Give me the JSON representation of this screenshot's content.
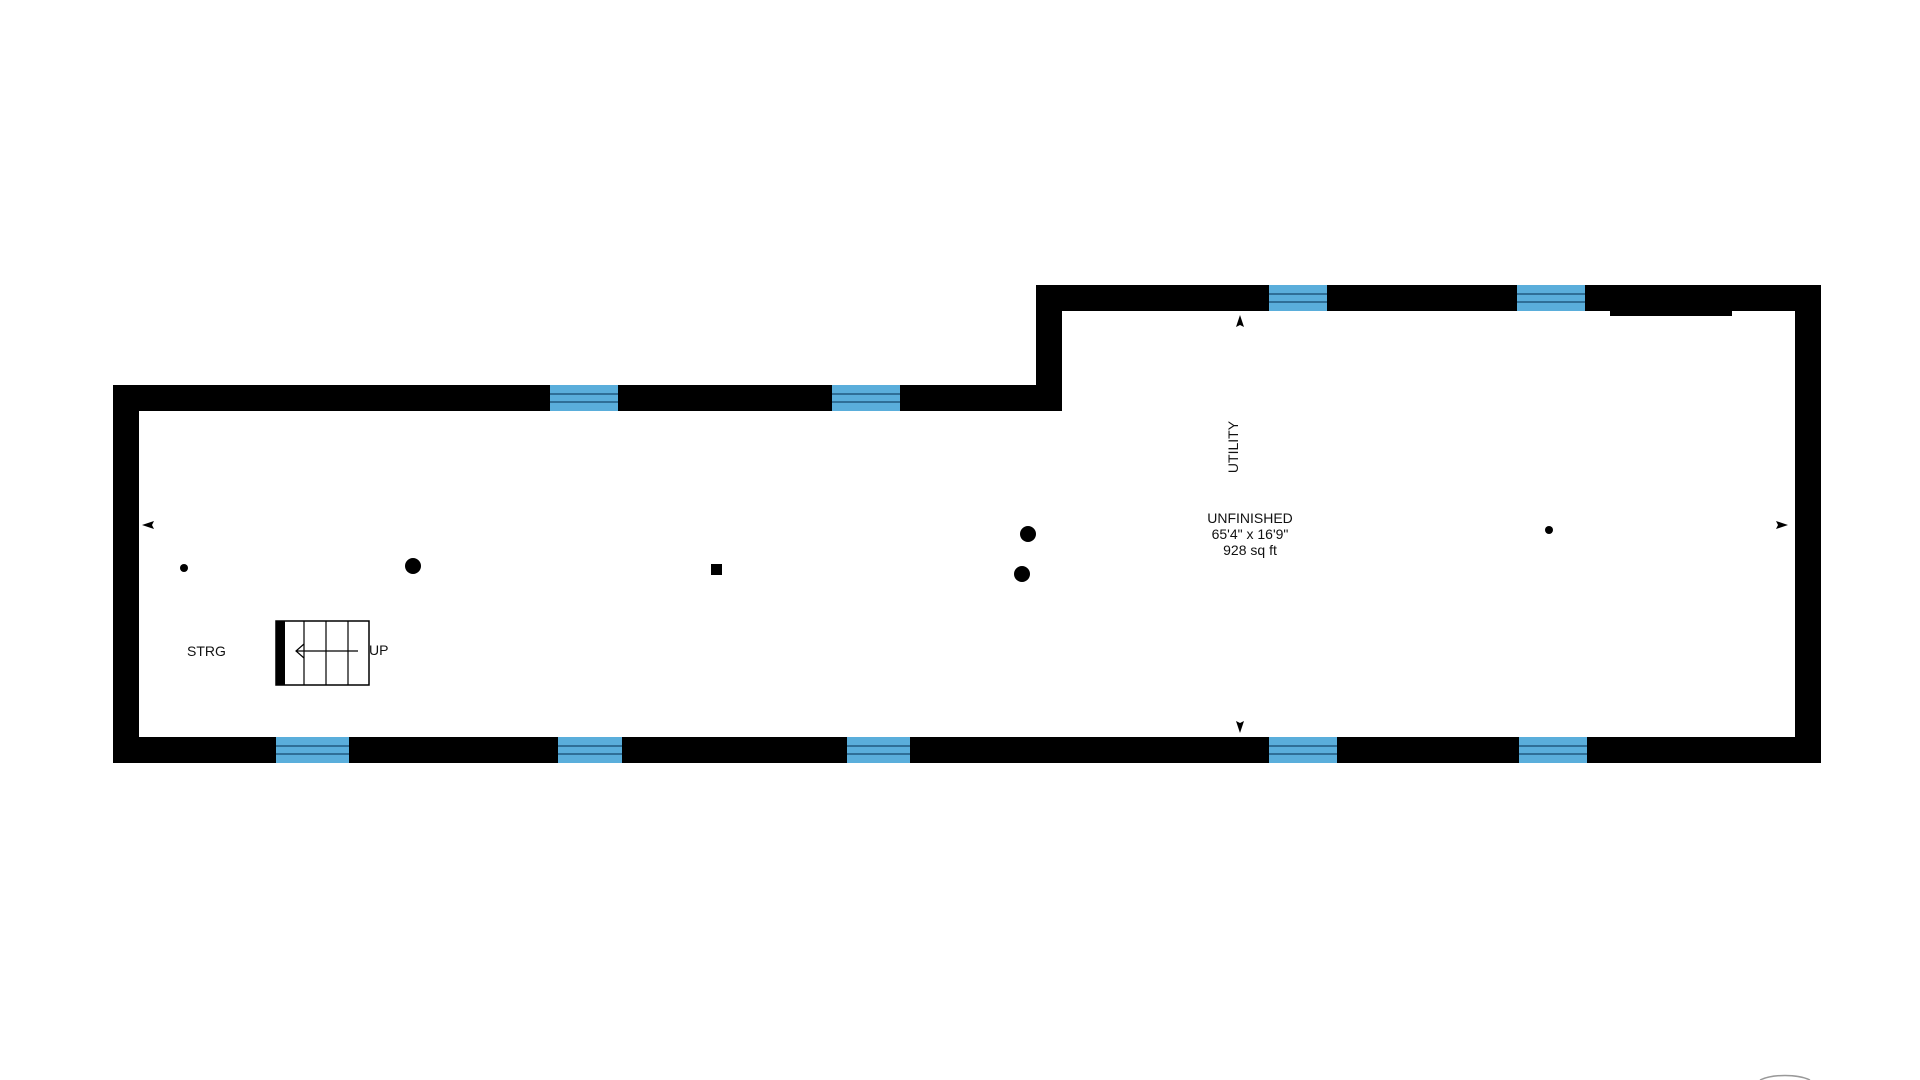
{
  "labels": {
    "storage": "STRG",
    "stairs_up": "UP",
    "utility": "UTILITY",
    "room_name": "UNFINISHED",
    "room_dimensions": "65'4\" x 16'9\"",
    "room_area": "928 sq ft"
  },
  "icons": {
    "stairs": "stairs-icon",
    "window": "window-icon",
    "post": "post-icon",
    "arrow": "dimension-arrow-icon"
  },
  "colors": {
    "wall": "#000000",
    "window": "#5aaedb",
    "window_line": "#2f6f97",
    "floor": "#ffffff"
  }
}
